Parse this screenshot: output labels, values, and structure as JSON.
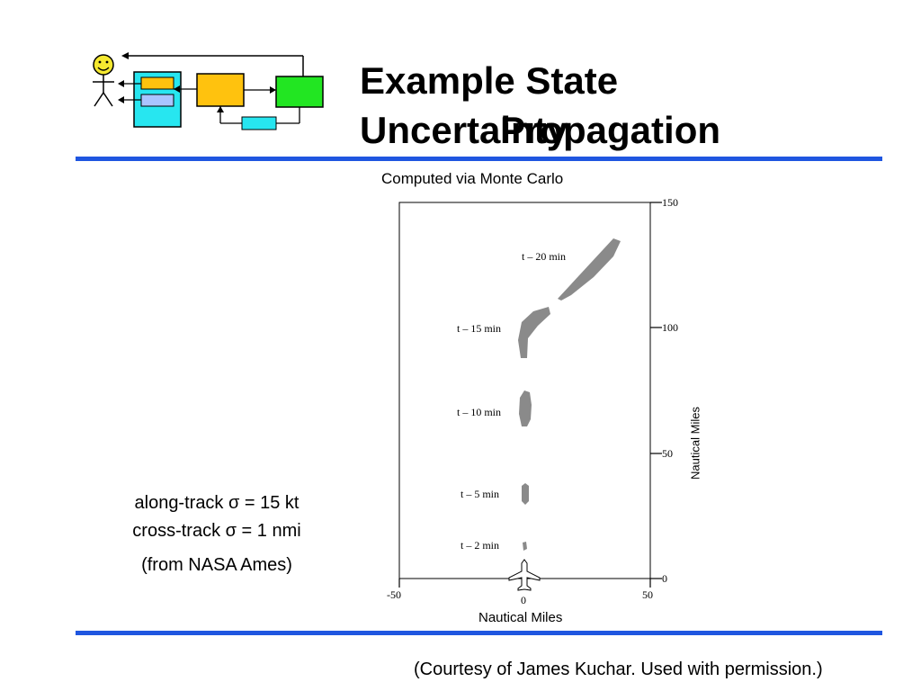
{
  "title": {
    "line1": "Example State",
    "line2": "Uncertainty",
    "line3": "Propagation"
  },
  "header_icon": {
    "name": "control-loop-diagram-icon"
  },
  "plot": {
    "caption": "Computed via Monte Carlo",
    "x_axis_title": "Nautical Miles",
    "y_axis_title": "Nautical Miles",
    "x_ticks": [
      "-50",
      "0",
      "50"
    ],
    "y_ticks": [
      "150",
      "100",
      "50",
      "0"
    ],
    "time_labels": [
      "t – 20 min",
      "t – 15 min",
      "t – 10 min",
      "t – 5 min",
      "t – 2 min"
    ],
    "aircraft_icon": "airplane-icon",
    "blob_color": "#8a8a8a"
  },
  "notes": {
    "along_track": "along-track σ = 15 kt",
    "cross_track": "cross-track σ = 1 nmi",
    "source": "(from NASA Ames)"
  },
  "courtesy": "(Courtesy of James Kuchar. Used with permission.)",
  "colors": {
    "rule": "#1f56e0",
    "face": "#f5e930",
    "cyan_box": "#27e6f0",
    "orange_box": "#ffc20e",
    "green_box": "#22e622"
  }
}
